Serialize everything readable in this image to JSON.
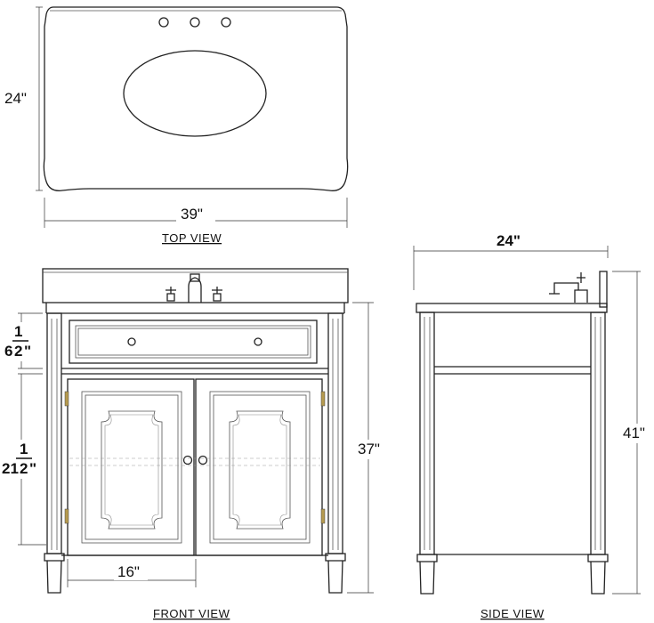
{
  "views": {
    "top": {
      "label": "TOP VIEW",
      "width_dim": "39\"",
      "depth_dim": "24\""
    },
    "front": {
      "label": "FRONT VIEW",
      "height_dim": "37\"",
      "drawer_dim": {
        "whole": "6",
        "num": "1",
        "den": "2",
        "unit": "\""
      },
      "door_dim": {
        "whole": "21",
        "num": "1",
        "den": "2",
        "unit": "\""
      },
      "opening_dim": "16\""
    },
    "side": {
      "label": "SIDE VIEW",
      "depth_dim": "24\"",
      "height_dim": "41\""
    }
  }
}
